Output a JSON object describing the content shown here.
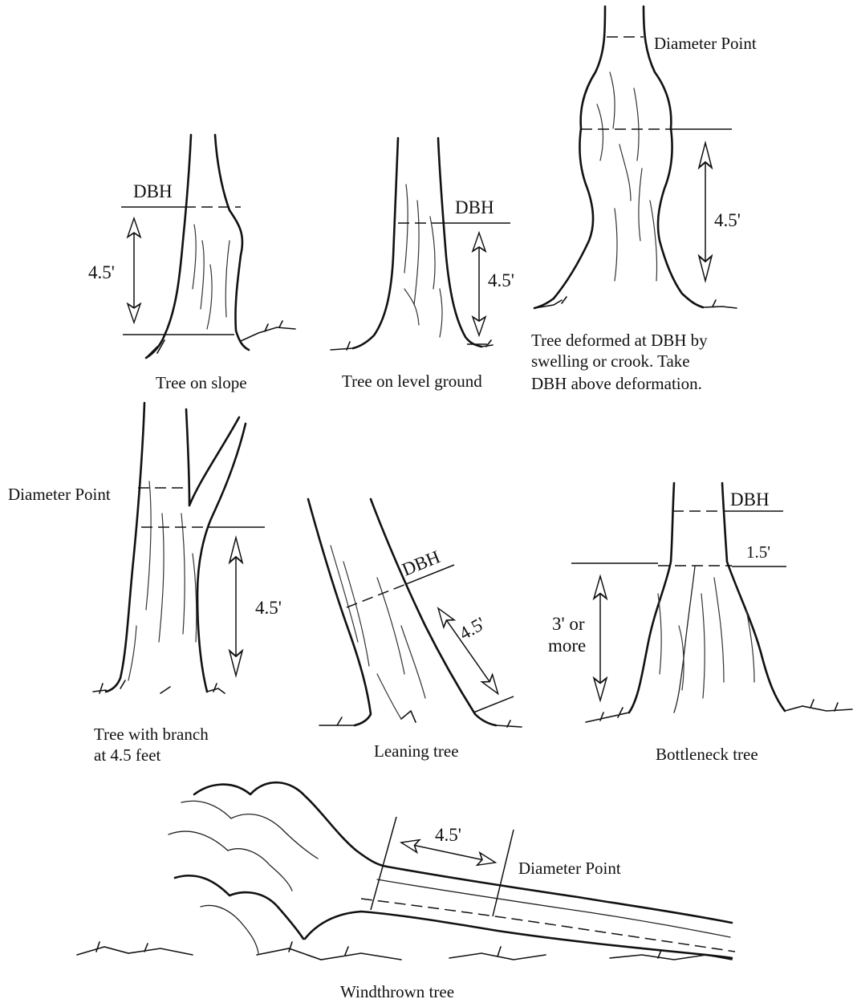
{
  "labels": {
    "deformed_diameter_point": "Diameter Point",
    "slope_dbh": "DBH",
    "slope_height": "4.5'",
    "level_dbh": "DBH",
    "level_height": "4.5'",
    "deformed_height": "4.5'",
    "branch_diameter_point": "Diameter Point",
    "branch_height": "4.5'",
    "leaning_dbh": "DBH",
    "leaning_height": "4.5'",
    "bottleneck_dbh": "DBH",
    "bottleneck_offset": "1.5'",
    "bottleneck_height_line1": "3' or",
    "bottleneck_height_line2": "more",
    "windthrown_height": "4.5'",
    "windthrown_diameter_point": "Diameter Point"
  },
  "captions": {
    "slope": "Tree on slope",
    "level": "Tree on level ground",
    "deformed_line1": "Tree deformed at DBH by",
    "deformed_line2": "swelling or crook.  Take",
    "deformed_line3": "DBH above deformation.",
    "branch_line1": "Tree with branch",
    "branch_line2": "at 4.5 feet",
    "leaning": "Leaning tree",
    "bottleneck": "Bottleneck tree",
    "windthrown": "Windthrown tree"
  }
}
